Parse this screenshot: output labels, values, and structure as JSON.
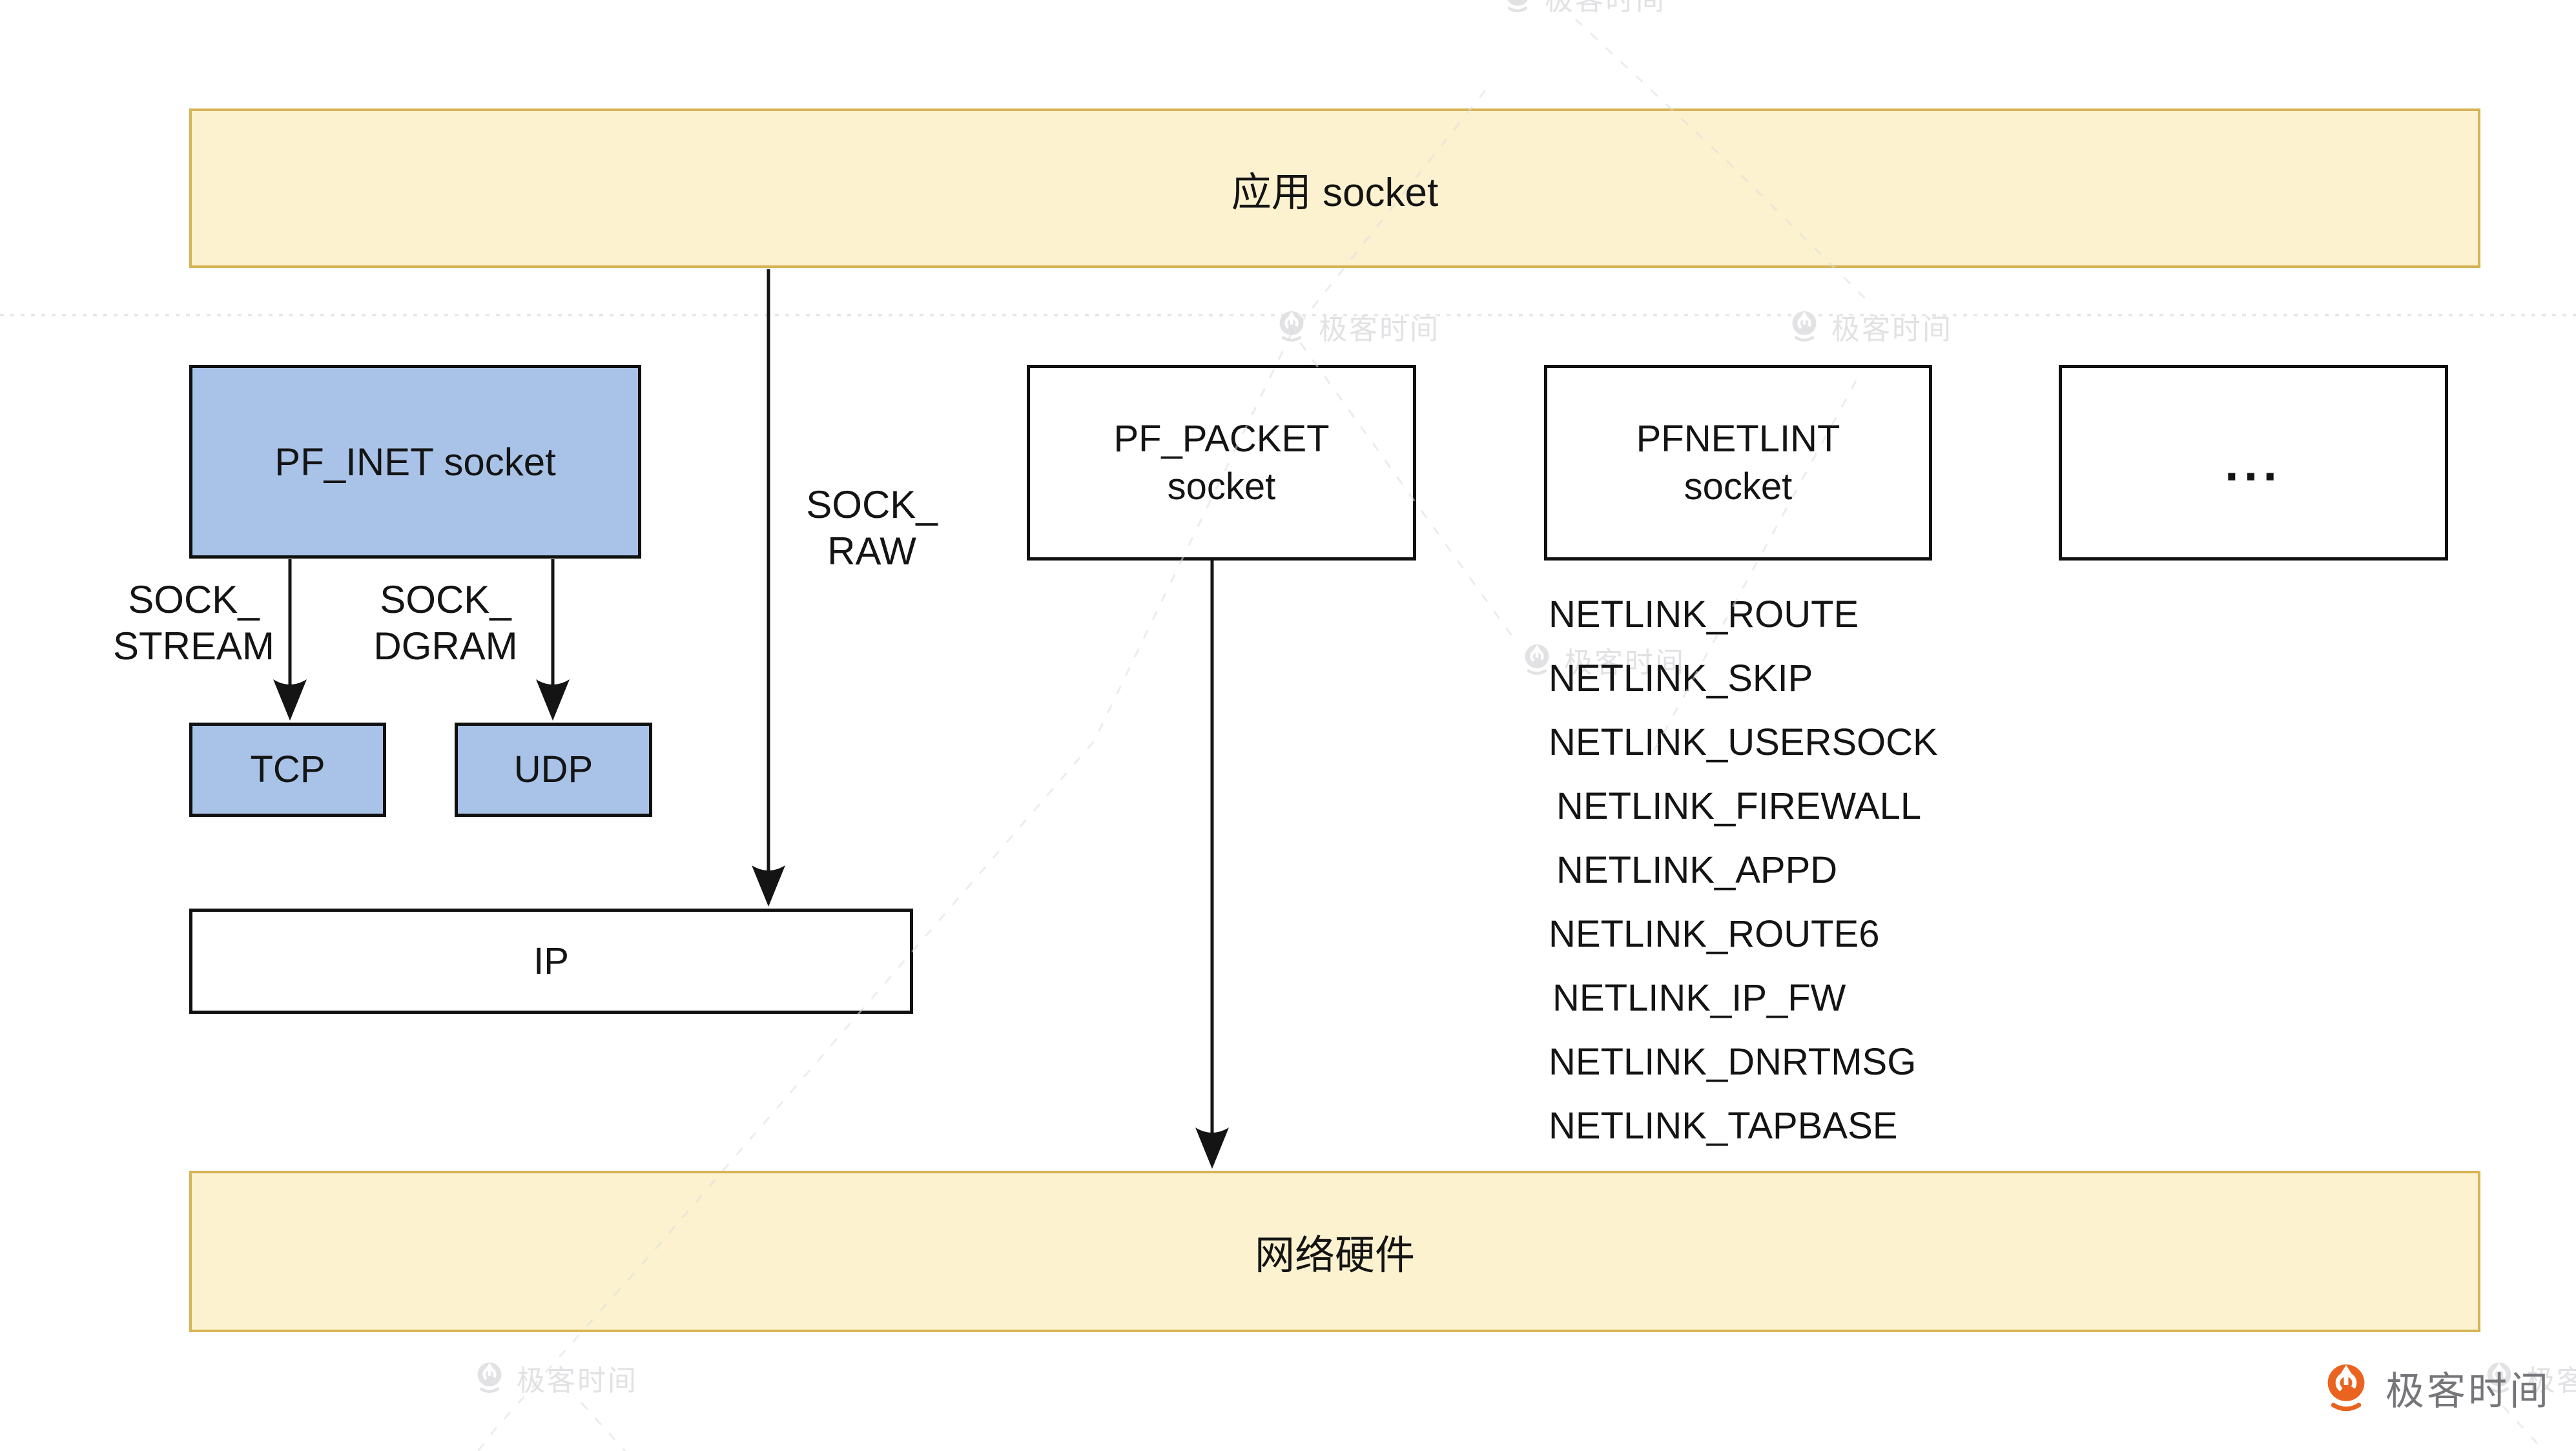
{
  "boxes": {
    "app_socket": {
      "label": "应用 socket"
    },
    "pf_inet_socket": {
      "label": "PF_INET socket"
    },
    "tcp": {
      "label": "TCP"
    },
    "udp": {
      "label": "UDP"
    },
    "ip": {
      "label": "IP"
    },
    "pf_packet_socket": {
      "line1": "PF_PACKET",
      "line2": "socket"
    },
    "pf_netlink_socket": {
      "line1": "PFNETLINT",
      "line2": "socket"
    },
    "ellipsis": {
      "label": "..."
    },
    "network_hardware": {
      "label": "网络硬件"
    }
  },
  "arrow_labels": {
    "sock_stream": {
      "line1": "SOCK_",
      "line2": "STREAM"
    },
    "sock_dgram": {
      "line1": "SOCK_",
      "line2": "DGRAM"
    },
    "sock_raw": {
      "line1": "SOCK_",
      "line2": "RAW"
    }
  },
  "netlink": {
    "items": [
      "NETLINK_ROUTE",
      "NETLINK_SKIP",
      "NETLINK_USERSOCK",
      "NETLINK_FIREWALL",
      "NETLINK_APPD",
      "NETLINK_ROUTE6",
      "NETLINK_IP_FW",
      "NETLINK_DNRTMSG",
      "NETLINK_TAPBASE"
    ]
  },
  "watermark": {
    "text": "极客时间"
  },
  "brand": {
    "name": "极客时间"
  },
  "colors": {
    "yellow_fill": "#FCF2CF",
    "yellow_border": "#D6B455",
    "blue_fill": "#A9C3E8",
    "box_border": "#101010",
    "brand_orange": "#EA6320",
    "brand_text": "#75767A",
    "watermark_gray": "#E2E2E5"
  }
}
